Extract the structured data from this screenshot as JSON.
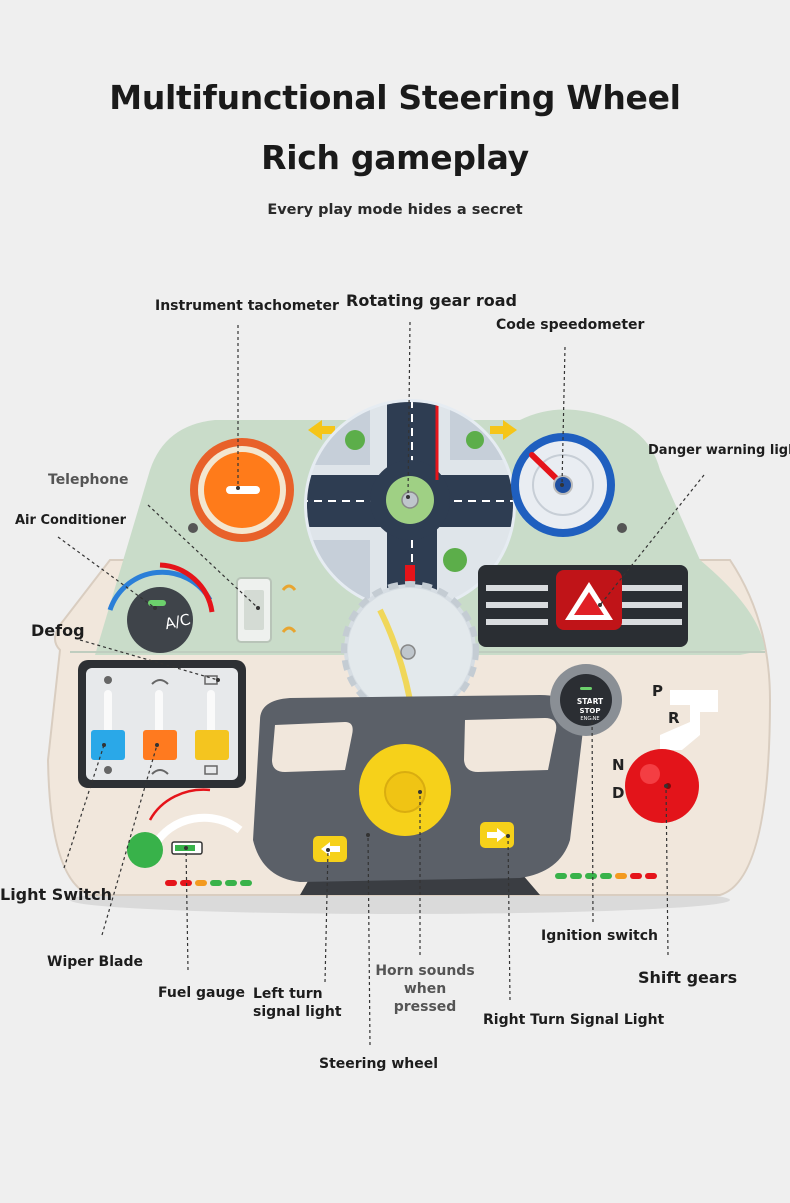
{
  "headline": {
    "line1": "Multifunctional Steering Wheel",
    "line2": "Rich gameplay",
    "tagline": "Every play mode hides a secret"
  },
  "labels": {
    "instrument_tachometer": "Instrument tachometer",
    "rotating_gear_road": "Rotating gear road",
    "code_speedometer": "Code speedometer",
    "danger_warning_light": "Danger warning light",
    "telephone": "Telephone",
    "air_conditioner": "Air Conditioner",
    "defog": "Defog",
    "light_switch": "Light Switch",
    "wiper_blade": "Wiper Blade",
    "fuel_gauge": "Fuel gauge",
    "left_turn_signal_light": "Left turn signal light",
    "horn_sounds_when_pressed": "Horn sounds when pressed",
    "steering_wheel": "Steering wheel",
    "right_turn_signal_light": "Right Turn Signal Light",
    "ignition_switch": "Ignition switch",
    "shift_gears": "Shift gears"
  },
  "toy_markings": {
    "ac_button": "A/C",
    "ignition_line1": "START",
    "ignition_line2": "STOP",
    "ignition_line3": "ENGINE",
    "gear_p": "P",
    "gear_r": "R",
    "gear_n": "N",
    "gear_d": "D"
  },
  "colors": {
    "background": "#efefef",
    "board_mint": "#c9dcc9",
    "board_cream": "#f1e7dc",
    "wheel_grey": "#5b6068",
    "horn_yellow": "#f6d11a",
    "knob_orange": "#ff7b1a",
    "gear_red": "#e5141a",
    "hazard_red": "#e02026",
    "lever_blue": "#2aa8e8",
    "lever_orange": "#ff7a1f",
    "lever_yellow": "#f4c51f",
    "fuel_knob_green": "#38b24a",
    "arrow_yellow": "#f5c518"
  }
}
